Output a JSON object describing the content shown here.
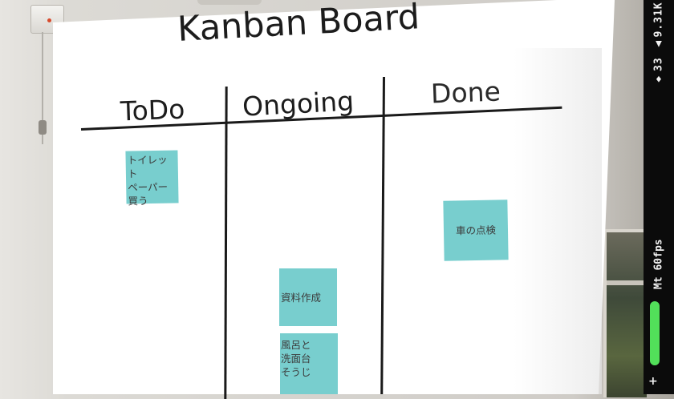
{
  "board": {
    "title": "Kanban Board",
    "columns": [
      {
        "label": "ToDo"
      },
      {
        "label": "Ongoing"
      },
      {
        "label": "Done"
      }
    ],
    "notes": [
      {
        "column": "ToDo",
        "lines": [
          "トイレット",
          "ペーパー",
          "買う"
        ]
      },
      {
        "column": "Done",
        "lines": [
          "車の点検"
        ]
      },
      {
        "column": "Ongoing",
        "lines": [
          "資料作成"
        ]
      },
      {
        "column": "Ongoing",
        "lines": [
          "風呂と",
          "洗面台",
          "そうじ"
        ]
      }
    ],
    "note_color": "#78cece"
  },
  "stats_hud": {
    "stats": "♦33 ▲9.31K",
    "fps": "Mt 60fps",
    "performance_level": 1.0,
    "plus": "+",
    "bar_color": "#52e05a"
  }
}
